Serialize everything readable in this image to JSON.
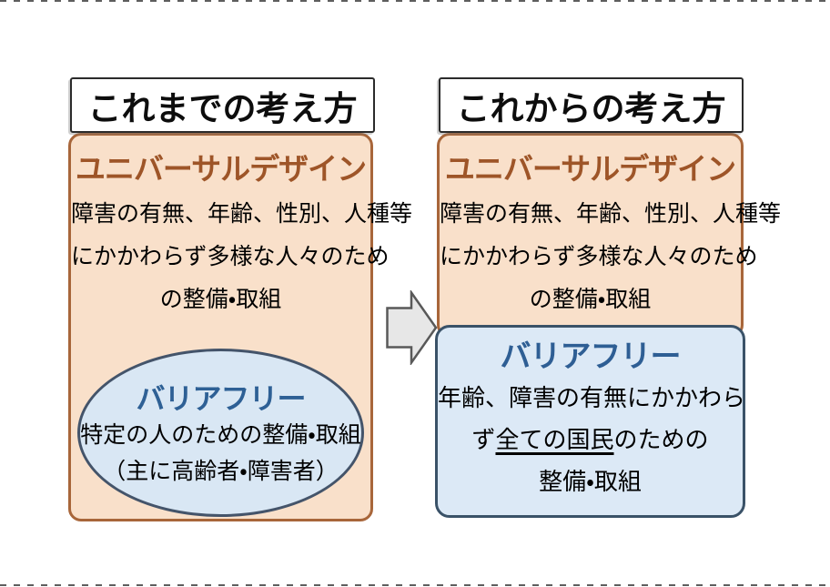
{
  "slide": {
    "type": "concept-comparison-diagram",
    "topic": "バリアフリーとユニバーサルデザインの考え方の変化"
  },
  "left_panel": {
    "title": "これまでの考え方",
    "ud_box": {
      "heading": "ユニバーサルデザイン",
      "body_lines": [
        "障害の有無、年齢、性別、人種等",
        "にかかわらず多様な人々のため",
        "の整備・取組"
      ]
    },
    "bf_oval": {
      "heading": "バリアフリー",
      "line1": "特定の人のための整備・取組",
      "line2": "（主に高齢者・障害者）"
    }
  },
  "arrow": {
    "direction": "right",
    "fill": "#e7e7e7",
    "border": "#595959"
  },
  "right_panel": {
    "title": "これからの考え方",
    "ud_box": {
      "heading": "ユニバーサルデザイン",
      "body_lines": [
        "障害の有無、年齢、性別、人種等",
        "にかかわらず多様な人々のため",
        "の整備・取組"
      ]
    },
    "bf_box": {
      "heading": "バリアフリー",
      "line1": "年齢、障害の有無にかかわら",
      "line2_pre": "ず",
      "line2_underlined": "全ての国民",
      "line2_post": "のための",
      "line3": "整備・取組"
    }
  },
  "colors": {
    "peach_fill": "#f9e0ca",
    "peach_border": "#a8663a",
    "brown_heading_text": "#9e5528",
    "oval_fill": "#d9e7f4",
    "oval_border": "#44546a",
    "blue_box_fill": "#dce9f6",
    "blue_box_border": "#3a5268",
    "blue_heading_text": "#2e5e94",
    "title_border": "#2b2b2b",
    "body_text": "#000000"
  }
}
